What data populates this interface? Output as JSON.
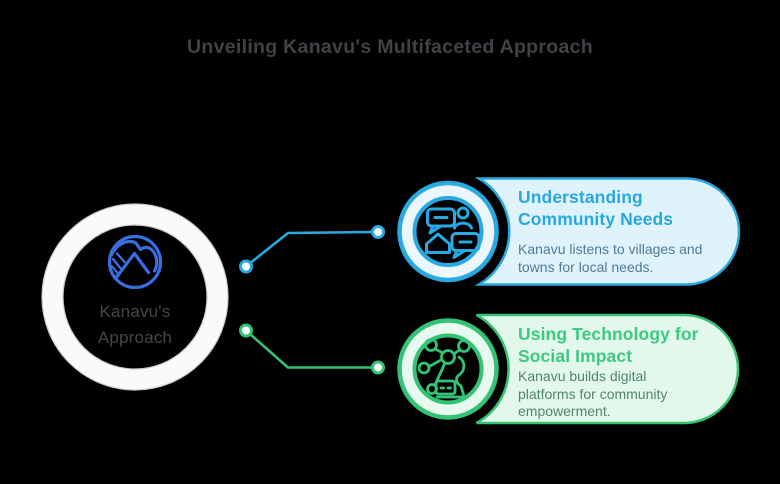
{
  "background": "#000000",
  "title": {
    "text": "Unveiling Kanavu's Multifaceted Approach",
    "color": "#3f4347"
  },
  "hub": {
    "label": "Kanavu's Approach",
    "icon": "kanavu-logo-icon",
    "ring_color": "#fafafa",
    "ring_edge_color": "#cccccc",
    "logo_color": "#3a6ee0",
    "label_color": "#43474b"
  },
  "branches": [
    {
      "heading": "Understanding Community Needs",
      "body": "Kanavu listens to villages and towns for local needs.",
      "icon": "community-chat-icon",
      "accent": "#29a9e1",
      "card_fill": "#dff3fd",
      "badge_ring_fill": "#ecf7fd",
      "heading_color": "#2aa7df",
      "body_color": "#4d7b99"
    },
    {
      "heading": "Using Technology for Social Impact",
      "body": "Kanavu builds digital platforms for community empowerment.",
      "icon": "technology-network-icon",
      "accent": "#34c274",
      "card_fill": "#e1f8ea",
      "badge_ring_fill": "#e8faf0",
      "heading_color": "#3dc981",
      "body_color": "#52866a"
    }
  ]
}
